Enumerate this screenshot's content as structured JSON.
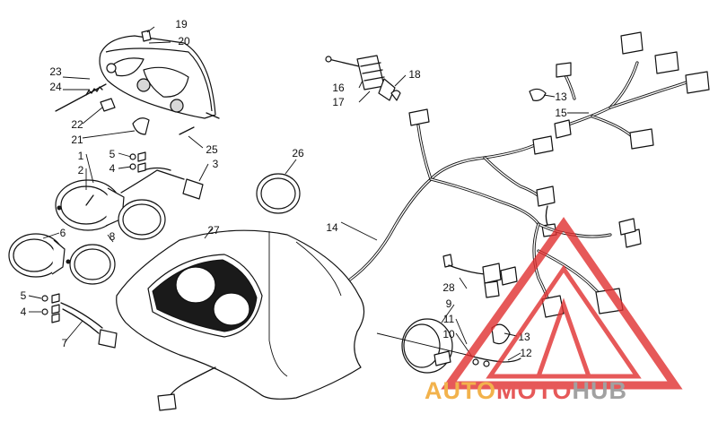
{
  "callouts": {
    "c1": "1",
    "c2": "2",
    "c3": "3",
    "c4a": "4",
    "c4b": "4",
    "c5a": "5",
    "c5b": "5",
    "c6": "6",
    "c7": "7",
    "c8": "8",
    "c9": "9",
    "c10": "10",
    "c11": "11",
    "c12": "12",
    "c13a": "13",
    "c13b": "13",
    "c14": "14",
    "c15": "15",
    "c16": "16",
    "c17": "17",
    "c18": "18",
    "c19": "19",
    "c20": "20",
    "c21": "21",
    "c22": "22",
    "c23": "23",
    "c24": "24",
    "c25": "25",
    "c26": "26",
    "c27": "27",
    "c28": "28"
  },
  "watermark": {
    "word_a": "AUTO",
    "word_b": "MOTO",
    "word_c": "HUB",
    "colors": {
      "orange": "#f0a020",
      "red": "#e03030",
      "gray": "#8a8a8a"
    }
  }
}
